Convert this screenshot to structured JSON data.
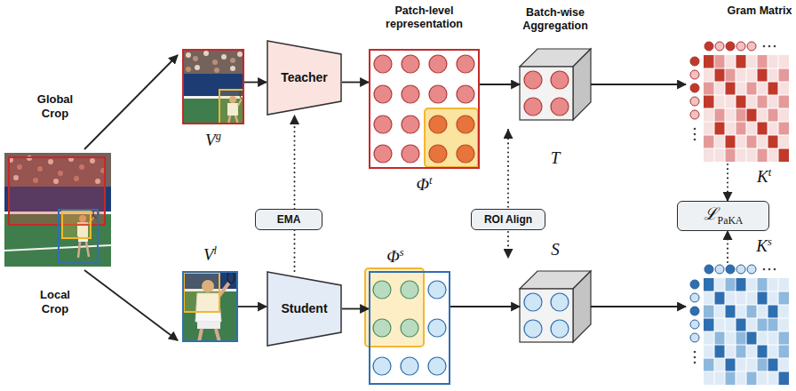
{
  "diagram": {
    "nodes": [
      {
        "text": [
          "Vg"
        ]
      },
      {
        "text": [
          "Teacher"
        ]
      },
      {
        "text": [
          "Patch-level representation",
          "Φt"
        ]
      },
      {
        "text": [
          "Batch-wise Aggregation",
          "T"
        ]
      },
      {
        "text": [
          "Gram Matrix",
          "Kt"
        ]
      },
      {
        "text": [
          "EMA"
        ]
      },
      {
        "text": [
          "ROI Align"
        ]
      },
      {
        "text": [
          "ℒPaKA"
        ]
      },
      {
        "text": [
          "Vl"
        ]
      },
      {
        "text": [
          "Student"
        ]
      },
      {
        "text": [
          "Φs"
        ]
      },
      {
        "text": [
          "S"
        ]
      },
      {
        "text": [
          "Ks"
        ]
      }
    ],
    "edges": [
      {
        "from": 0,
        "to": 1,
        "arrow": "to"
      },
      {
        "from": 1,
        "to": 2,
        "arrow": "to"
      },
      {
        "from": 2,
        "to": 3,
        "arrow": "to"
      },
      {
        "from": 3,
        "to": 4,
        "arrow": "to"
      },
      {
        "from": 9,
        "to": 5,
        "arrow": "none"
      },
      {
        "from": 5,
        "to": 1,
        "arrow": "to"
      },
      {
        "from": 4,
        "to": 7,
        "arrow": "to"
      },
      {
        "from": 12,
        "to": 7,
        "arrow": "to"
      },
      {
        "from": 8,
        "to": 9,
        "arrow": "to"
      },
      {
        "from": 9,
        "to": 10,
        "arrow": "to"
      },
      {
        "from": 10,
        "to": 11,
        "arrow": "to"
      },
      {
        "from": 11,
        "to": 12,
        "arrow": "to"
      }
    ],
    "labels": [
      "Global Crop",
      "Local Crop"
    ]
  }
}
